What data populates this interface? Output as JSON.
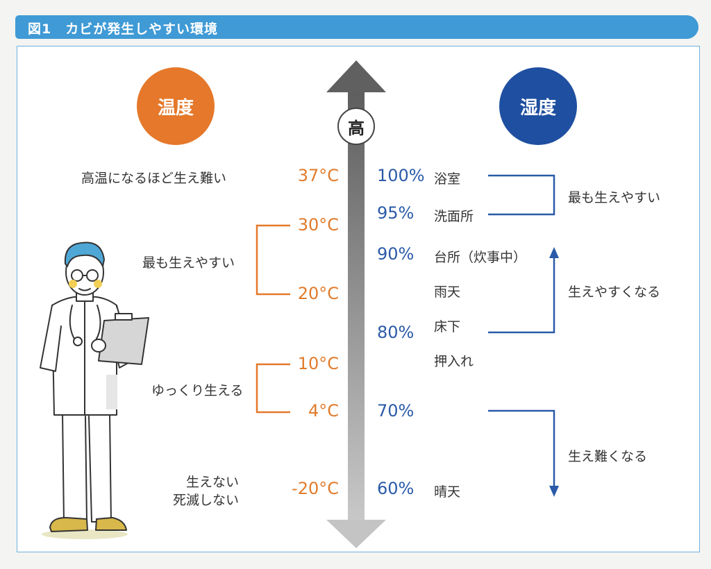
{
  "title": "図1　カビが発生しやすい環境",
  "axis": {
    "top_label": "高"
  },
  "left": {
    "heading": "温度",
    "temps": {
      "t37": "37°C",
      "t30": "30°C",
      "t20": "20°C",
      "t10": "10°C",
      "t4": "4°C",
      "tm20": "-20°C"
    },
    "notes": {
      "hot": "高温になるほど生え難い",
      "best": "最も生えやすい",
      "slow": "ゆっくり生える",
      "none1": "生えない",
      "none2": "死滅しない"
    }
  },
  "right": {
    "heading": "湿度",
    "humidity": {
      "h100": "100%",
      "h95": "95%",
      "h90": "90%",
      "h80": "80%",
      "h70": "70%",
      "h60": "60%"
    },
    "places": {
      "bath": "浴室",
      "washroom": "洗面所",
      "kitchen": "台所（炊事中）",
      "rain": "雨天",
      "underfloor": "床下",
      "closet": "押入れ",
      "sunny": "晴天"
    },
    "notes": {
      "best": "最も生えやすい",
      "easier": "生えやすくなる",
      "harder": "生え難くなる"
    }
  },
  "colors": {
    "title_bar": "#3f9ad5",
    "temperature": "#e5782a",
    "humidity": "#1f4fa0",
    "axis_arrow": "#6f6f6f"
  }
}
